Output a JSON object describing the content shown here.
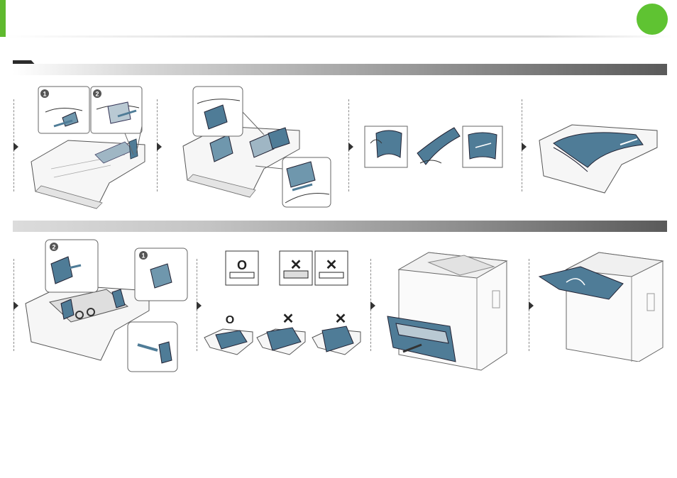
{
  "header": {
    "accent_color": "#5fb92e",
    "badge_color": "#5fc332"
  },
  "section1": {
    "panels": [
      {
        "name": "adjust-guides",
        "callouts": [
          "1",
          "2"
        ]
      },
      {
        "name": "squeeze-guides"
      },
      {
        "name": "flex-paper"
      },
      {
        "name": "load-paper"
      }
    ]
  },
  "section2": {
    "panels": [
      {
        "name": "set-guides",
        "callouts": [
          "2",
          "1"
        ]
      },
      {
        "name": "correct-incorrect",
        "marks": [
          "O",
          "✕",
          "✕",
          "O",
          "✕",
          "✕"
        ]
      },
      {
        "name": "insert-tray"
      },
      {
        "name": "output-tray"
      }
    ]
  }
}
